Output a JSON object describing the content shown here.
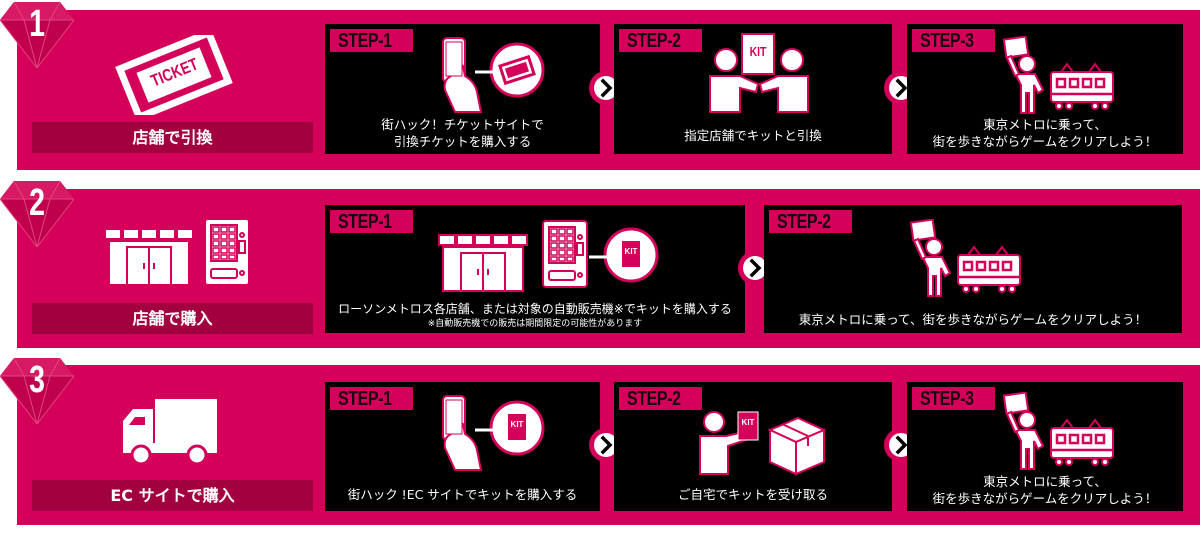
{
  "colors": {
    "brand_pink": "#d4005a",
    "label_dark_pink": "#a3003f",
    "step_bg": "#000000",
    "text": "#ffffff"
  },
  "sections": [
    {
      "number": "1",
      "hero_icon": "ticket-icon",
      "hero_text": "TICKET",
      "label": "店舗で引換",
      "steps": [
        {
          "tag": "STEP-1",
          "icon": "phone-ticket-icon",
          "lines": [
            "街ハック！チケットサイトで",
            "引換チケットを購入する"
          ]
        },
        {
          "tag": "STEP-2",
          "icon": "kit-handover-icon",
          "kit_text": "KIT",
          "lines": [
            "指定店舗でキットと引換"
          ]
        },
        {
          "tag": "STEP-3",
          "icon": "person-train-icon",
          "lines": [
            "東京メトロに乗って、",
            "街を歩きながらゲームをクリアしよう！"
          ]
        }
      ]
    },
    {
      "number": "2",
      "hero_icon": "store-vending-machine-icon",
      "label": "店舗で購入",
      "steps": [
        {
          "tag": "STEP-1",
          "icon": "store-vending-kit-icon",
          "kit_text": "KIT",
          "lines": [
            "ローソンメトロス各店舗、または対象の自動販売機※でキットを購入する"
          ],
          "note": "※自動販売機での販売は期間限定の可能性があります"
        },
        {
          "tag": "STEP-2",
          "icon": "person-train-icon",
          "lines": [
            "東京メトロに乗って、街を歩きながらゲームをクリアしよう！"
          ]
        }
      ]
    },
    {
      "number": "3",
      "hero_icon": "delivery-truck-icon",
      "label": "EC サイトで購入",
      "steps": [
        {
          "tag": "STEP-1",
          "icon": "phone-kit-icon",
          "kit_text": "KIT",
          "lines": [
            "街ハック !EC サイトでキットを購入する"
          ]
        },
        {
          "tag": "STEP-2",
          "icon": "person-kit-box-icon",
          "kit_text": "KIT",
          "lines": [
            "ご自宅でキットを受け取る"
          ]
        },
        {
          "tag": "STEP-3",
          "icon": "person-train-icon",
          "lines": [
            "東京メトロに乗って、",
            "街を歩きながらゲームをクリアしよう！"
          ]
        }
      ]
    }
  ]
}
